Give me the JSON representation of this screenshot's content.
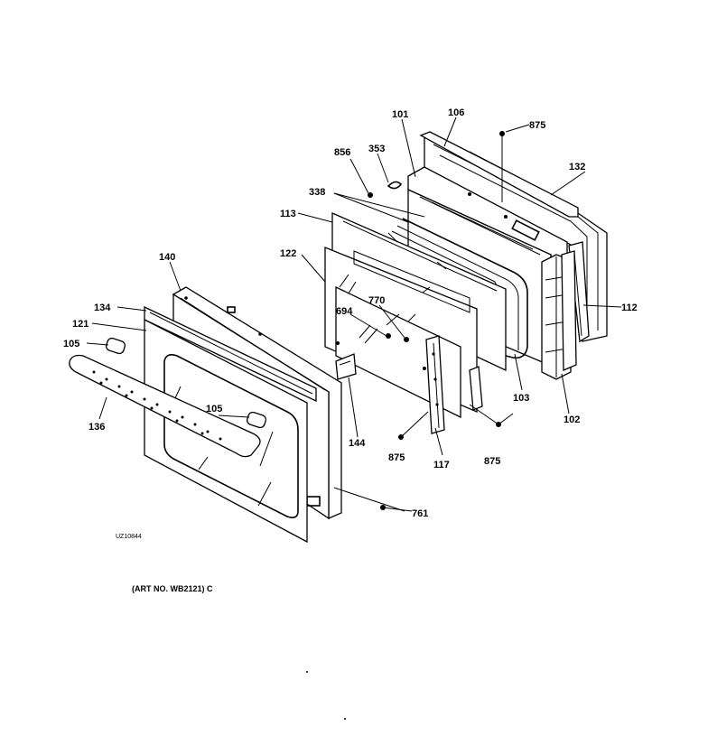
{
  "diagram": {
    "caption": "(ART NO. WB2121) C",
    "image_code": "UZ10844",
    "part_labels": {
      "p101": "101",
      "p106": "106",
      "p875_top": "875",
      "p856": "856",
      "p353": "353",
      "p132": "132",
      "p338": "338",
      "p113": "113",
      "p122": "122",
      "p140": "140",
      "p134": "134",
      "p121": "121",
      "p105_left": "105",
      "p694": "694",
      "p770": "770",
      "p112": "112",
      "p105_handle": "105",
      "p136": "136",
      "p144": "144",
      "p103": "103",
      "p102": "102",
      "p875_left": "875",
      "p117": "117",
      "p875_right": "875",
      "p761": "761"
    }
  }
}
